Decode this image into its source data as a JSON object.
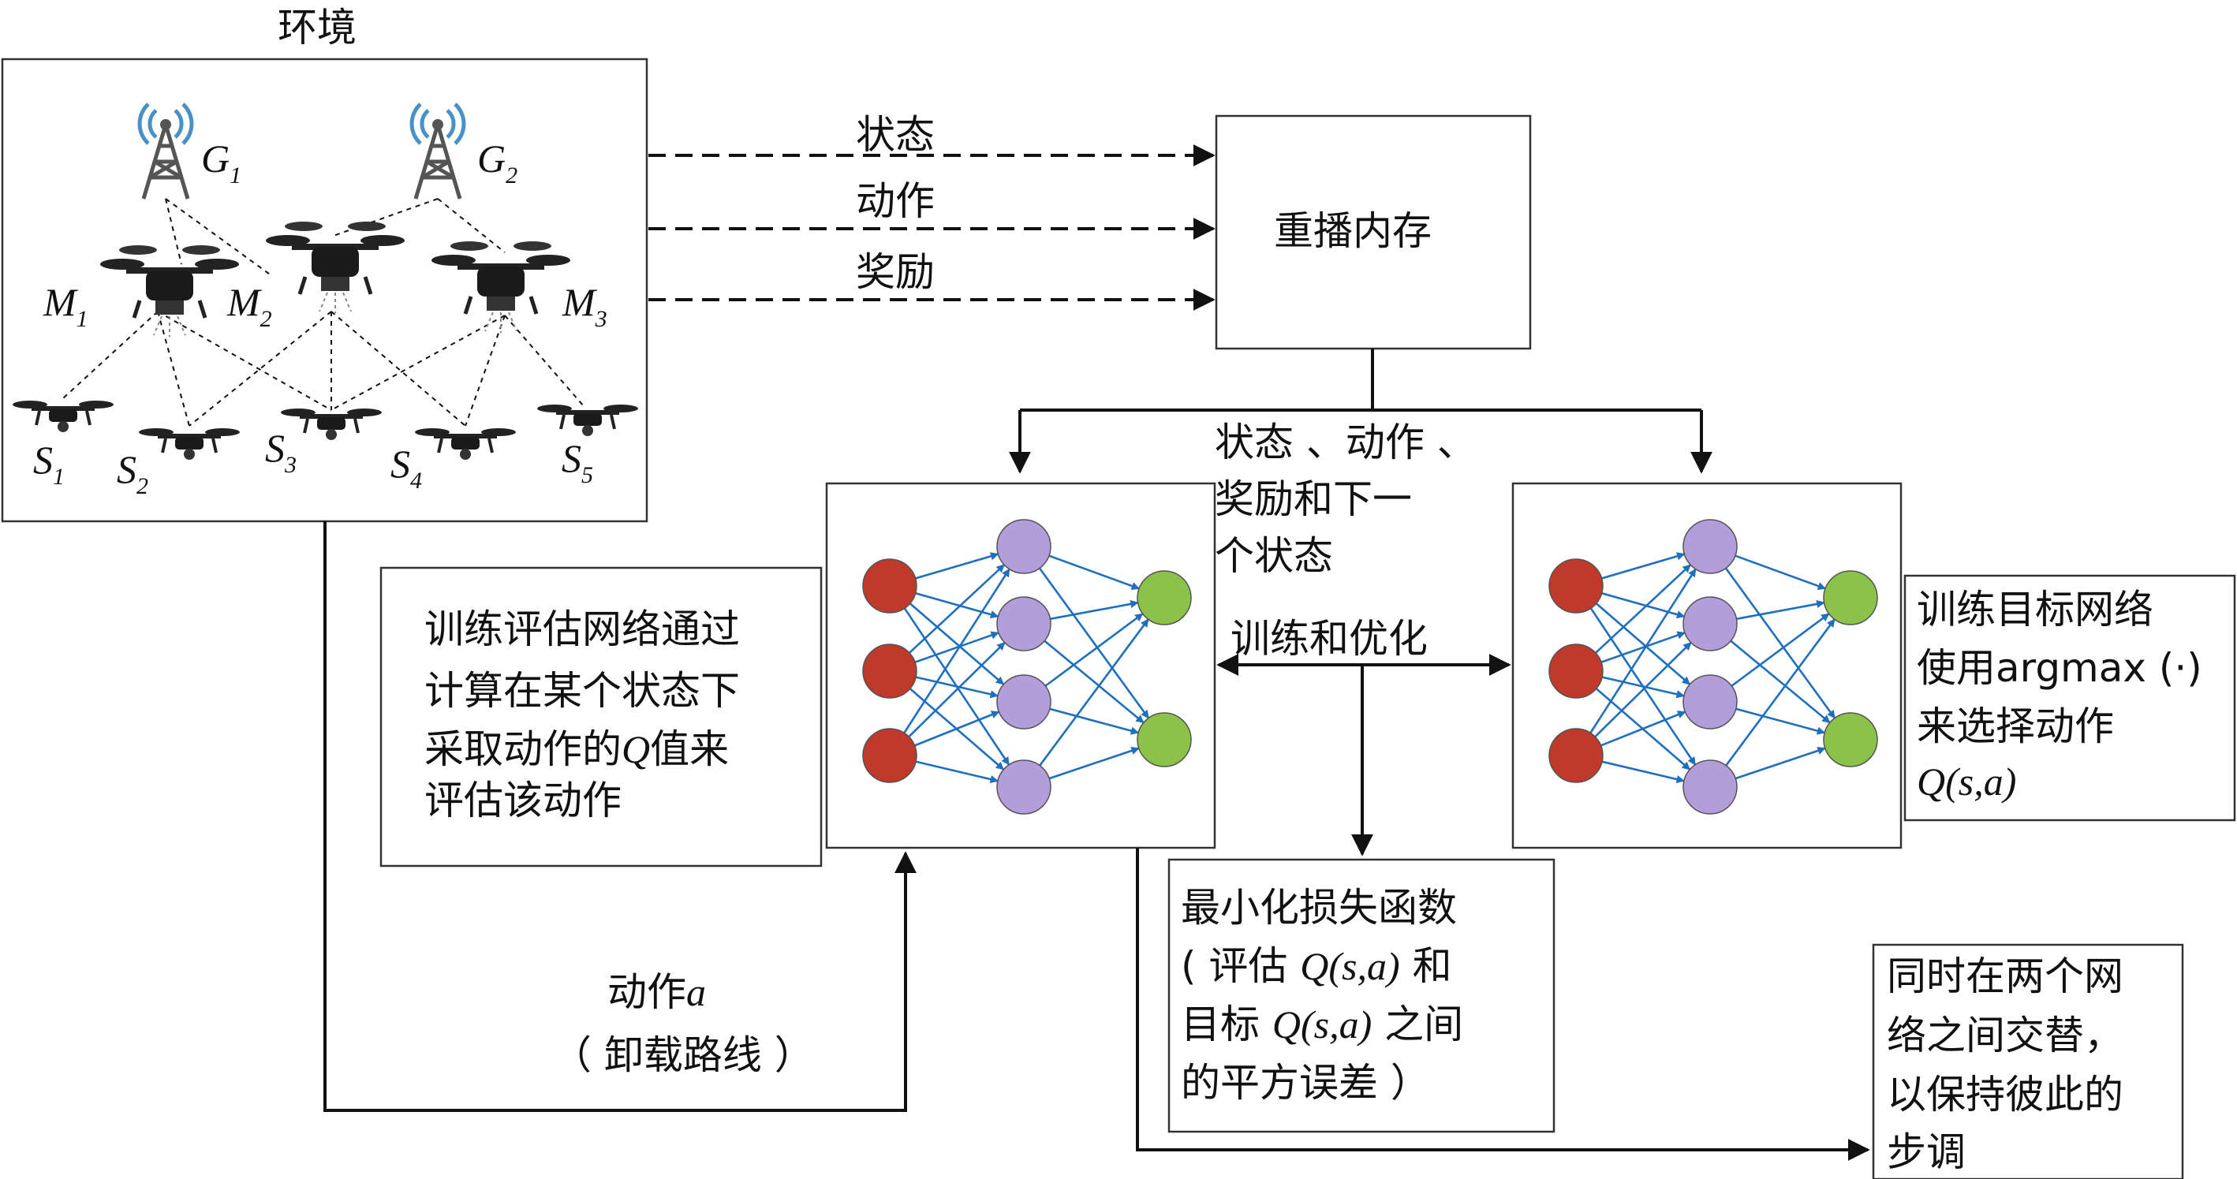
{
  "environment": {
    "title": "环境",
    "gateways": [
      {
        "sym": "G",
        "sub": "1"
      },
      {
        "sym": "G",
        "sub": "2"
      }
    ],
    "motherships": [
      {
        "sym": "M",
        "sub": "1"
      },
      {
        "sym": "M",
        "sub": "2"
      },
      {
        "sym": "M",
        "sub": "3"
      }
    ],
    "sensors": [
      {
        "sym": "S",
        "sub": "1"
      },
      {
        "sym": "S",
        "sub": "2"
      },
      {
        "sym": "S",
        "sub": "3"
      },
      {
        "sym": "S",
        "sub": "4"
      },
      {
        "sym": "S",
        "sub": "5"
      }
    ]
  },
  "flows": {
    "state": "状态",
    "action": "动作",
    "reward": "奖励"
  },
  "replay_memory": "重播内存",
  "sample_label": [
    "状态 、动作 、",
    "奖励和下一",
    "个状态"
  ],
  "train_optimize": "训练和优化",
  "eval_note": [
    "训练评估网络通过",
    "计算在某个状态下",
    "采取动作的",
    "Q",
    "值来",
    "评估该动作"
  ],
  "target_note": [
    "训练目标网络",
    "使用argmax (·)",
    "来选择动作",
    "Q(s,a)"
  ],
  "loss_box": {
    "line1": "最小化损失函数",
    "line2_a": "( 评估 ",
    "line2_q": "Q(s,a)",
    "line2_b": " 和",
    "line3_a": "目标 ",
    "line3_q": "Q(s,a)",
    "line3_b": " 之间",
    "line4": "的平方误差 ）"
  },
  "action_label": {
    "line1": "动作",
    "var": "a",
    "line2": "（ 卸载路线 ）"
  },
  "sync_note": [
    "同时在两个网",
    "络之间交替，",
    "以保持彼此的",
    "步调"
  ],
  "colors": {
    "input": "#c0392b",
    "hidden": "#b39ddb",
    "output": "#8bc34a",
    "edge": "#1f6fbf"
  }
}
